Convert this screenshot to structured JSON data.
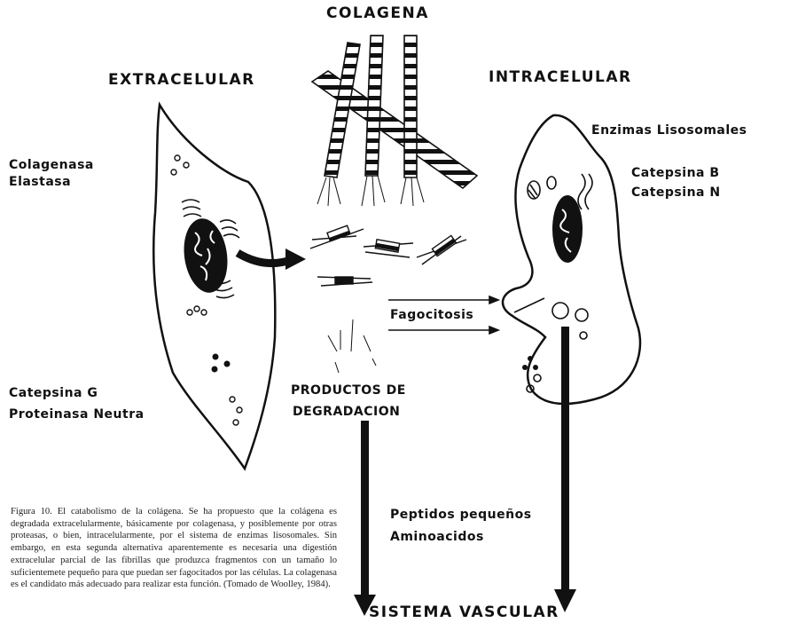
{
  "labels": {
    "colagena": "COLAGENA",
    "extracelular": "EXTRACELULAR",
    "intracelular": "INTRACELULAR",
    "enzimas": "Enzimas Lisosomales",
    "catepsina_b": "Catepsina B",
    "catepsina_n": "Catepsina N",
    "colagenasa": "Colagenasa",
    "elastasa": "Elastasa",
    "catepsina_g": "Catepsina G",
    "proteinasa": "Proteinasa Neutra",
    "fagocitosis": "Fagocitosis",
    "productos_1": "PRODUCTOS DE",
    "productos_2": "DEGRADACION",
    "peptidos": "Peptidos pequeños",
    "aminoacidos": "Aminoacidos",
    "sistema": "SISTEMA VASCULAR"
  },
  "caption": "Figura 10. El catabolismo de la colágena. Se ha propuesto que la colágena es degradada extracelularmente, básicamente por colagenasa, y posiblemente por otras proteasas, o bien, intracelularmente, por el sistema de enzimas lisosomales. Sin embargo, en esta segunda alternativa aparentemente es necesaria una digestión extracelular parcial de las fibrillas que produzca fragmentos con un tamaño lo suficientemete pequeño para que puedan ser fagocitados por las células. La colagenasa es el candidato más adecuado para realizar esta función. (Tomado de Woolley, 1984)."
}
